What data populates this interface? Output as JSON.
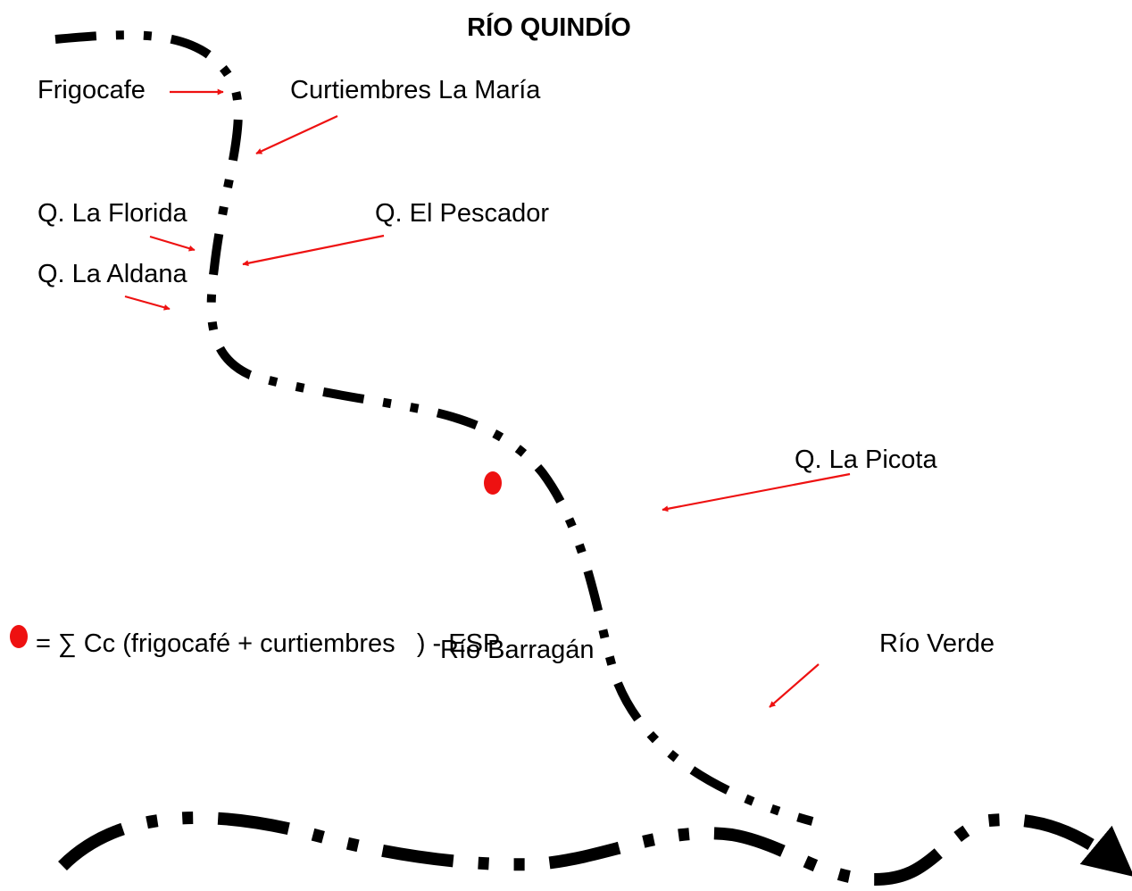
{
  "title": "RÍO QUINDÍO",
  "labels": {
    "frigocafe": "Frigocafe",
    "curtiembres": "Curtiembres La María",
    "la_florida": "Q. La Florida",
    "el_pescador": "Q. El Pescador",
    "la_aldana": "Q. La Aldana",
    "la_picota": "Q. La Picota",
    "rio_verde": "Río Verde",
    "rio_barragan": "Río Barragán"
  },
  "legend": {
    "text": "= ∑ Cc (frigocafé + curtiembres   ) - ESP"
  },
  "colors": {
    "river": "#000000",
    "arrow": "#ee1111",
    "point": "#ee1111"
  }
}
